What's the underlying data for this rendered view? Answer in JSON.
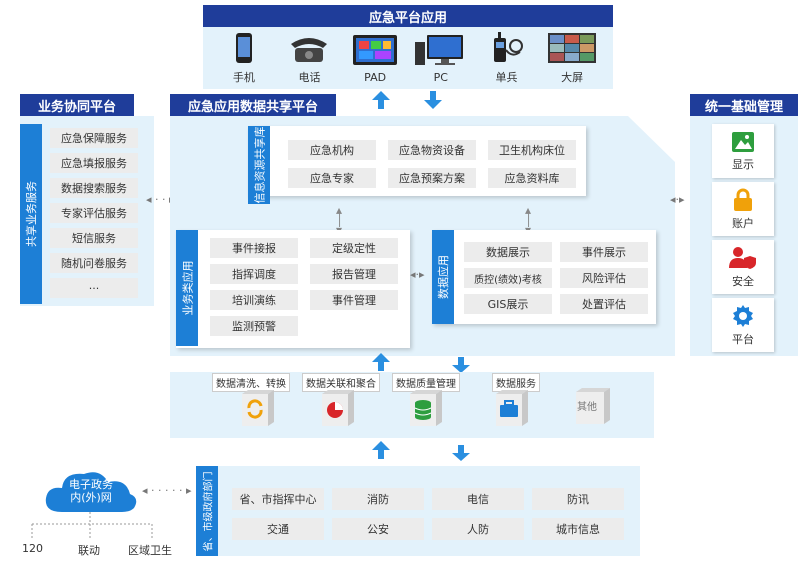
{
  "top": {
    "title": "应急平台应用",
    "devices": [
      {
        "label": "手机",
        "icon": "mobile-phone-icon"
      },
      {
        "label": "电话",
        "icon": "telephone-icon"
      },
      {
        "label": "PAD",
        "icon": "tablet-icon"
      },
      {
        "label": "PC",
        "icon": "desktop-pc-icon"
      },
      {
        "label": "单兵",
        "icon": "handheld-radio-icon"
      },
      {
        "label": "大屏",
        "icon": "video-wall-icon"
      }
    ]
  },
  "left": {
    "title": "业务协同平台",
    "vertical_label": "共享业务服务",
    "items": [
      "应急保障服务",
      "应急填报服务",
      "数据搜索服务",
      "专家评估服务",
      "短信服务",
      "随机问卷服务",
      "···"
    ]
  },
  "center": {
    "title": "应急应用数据共享平台",
    "info": {
      "vertical_label": "信息资源共享库",
      "items": [
        "应急机构",
        "应急物资设备",
        "卫生机构床位",
        "应急专家",
        "应急预案方案",
        "应急资料库"
      ]
    },
    "business": {
      "vertical_label": "业务类应用",
      "items": [
        "事件接报",
        "定级定性",
        "指挥调度",
        "报告管理",
        "培训演练",
        "事件管理",
        "监测预警"
      ]
    },
    "data_app": {
      "vertical_label": "数据应用",
      "items": [
        "数据展示",
        "事件展示",
        "质控(绩效)考核",
        "风险评估",
        "GIS展示",
        "处置评估"
      ]
    }
  },
  "right": {
    "title": "统一基础管理",
    "items": [
      {
        "label": "显示",
        "icon": "display-image-icon",
        "color": "#2e9e3e"
      },
      {
        "label": "账户",
        "icon": "lock-icon",
        "color": "#f0a10a"
      },
      {
        "label": "安全",
        "icon": "user-security-icon",
        "color": "#d8262a"
      },
      {
        "label": "平台",
        "icon": "gear-icon",
        "color": "#1d7fd6"
      }
    ]
  },
  "services": {
    "items": [
      {
        "label": "数据清洗、转换",
        "icon": "refresh-icon",
        "color": "#f0a10a"
      },
      {
        "label": "数据关联和聚合",
        "icon": "pie-chart-icon",
        "color": "#d8262a"
      },
      {
        "label": "数据质量管理",
        "icon": "database-icon",
        "color": "#2e9e3e"
      },
      {
        "label": "数据服务",
        "icon": "briefcase-icon",
        "color": "#1d7fd6"
      }
    ],
    "other": "其他"
  },
  "bottom": {
    "cloud_label": "电子政务\n内(外)网",
    "cloud_line1": "电子政务",
    "cloud_line2": "内(外)网",
    "branches": [
      "120",
      "联动",
      "区域卫生"
    ],
    "vertical_label": "省、市级政府部门",
    "items": [
      "省、市指挥中心",
      "消防",
      "电信",
      "防讯",
      "交通",
      "公安",
      "人防",
      "城市信息"
    ]
  },
  "colors": {
    "header": "#1f3d9a",
    "vertical": "#1d7fd6",
    "panel": "#e3f2fb",
    "arrow": "#2a8fe0"
  }
}
